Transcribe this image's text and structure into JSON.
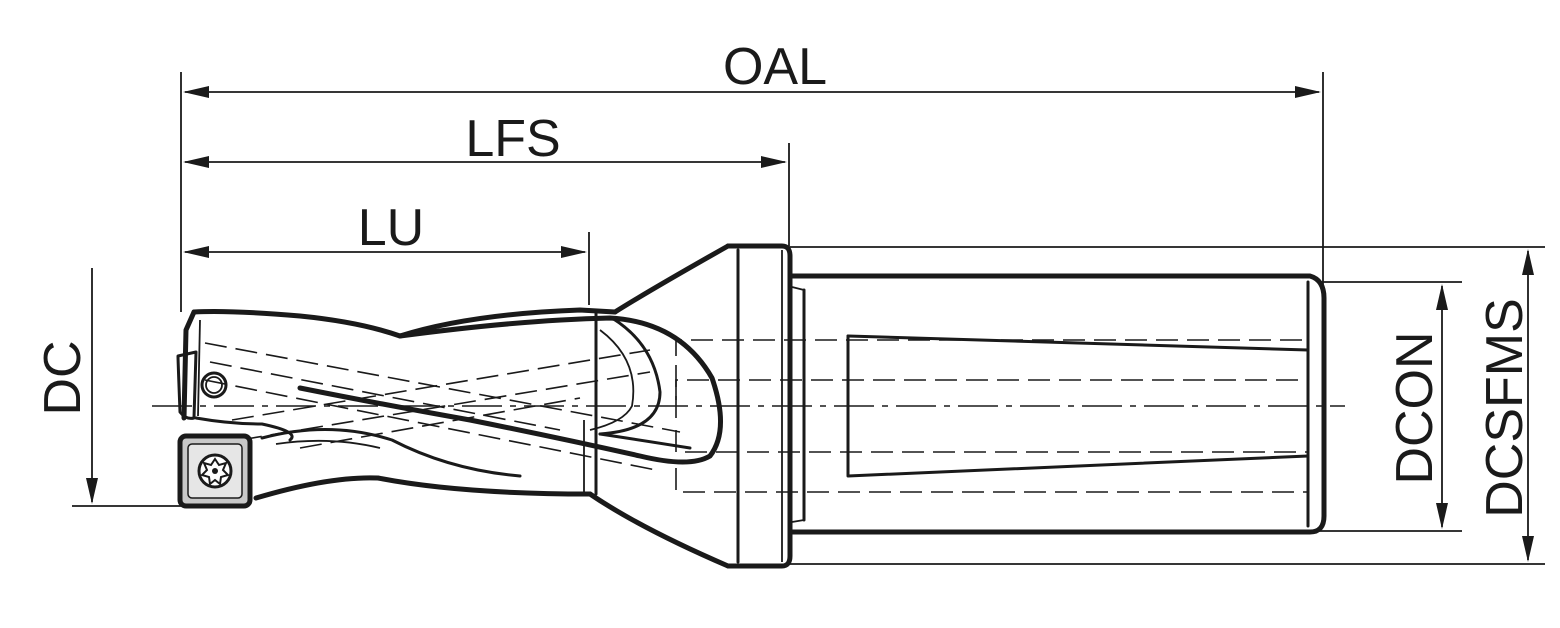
{
  "labels": {
    "oal": "OAL",
    "lfs": "LFS",
    "lu": "LU",
    "dc": "DC",
    "dcon": "DCON",
    "dcsfms": "DCSFMS"
  },
  "colors": {
    "line": "#1a1a1a",
    "background": "#ffffff",
    "insert_fill": "#c8c8c8"
  },
  "icons": {
    "insert_screw": "torx-screw-icon",
    "coolant_hole": "coolant-hole-icon"
  }
}
